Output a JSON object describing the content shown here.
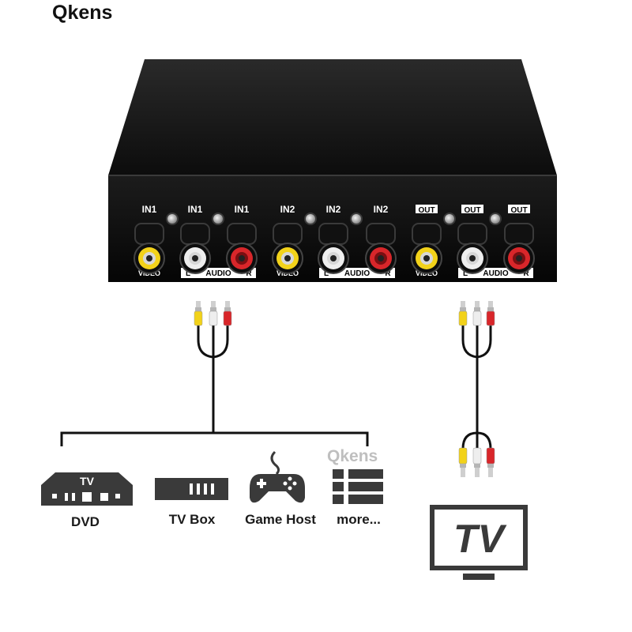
{
  "brand": "Qkens",
  "watermark": "Qkens",
  "panel": {
    "input_labels": [
      "IN1",
      "IN1",
      "IN1",
      "IN2",
      "IN2",
      "IN2"
    ],
    "output_labels": [
      "OUT",
      "OUT",
      "OUT"
    ],
    "group_labels": {
      "video": "VIDEO",
      "audio_left": "L",
      "audio_text": "AUDIO",
      "audio_right": "R"
    },
    "jack_colors": {
      "video": "#f2d21a",
      "left": "#eeeeee",
      "right": "#d8262a"
    }
  },
  "devices": [
    {
      "name": "DVD",
      "icon": "dvd-player-icon",
      "icon_text": "TV"
    },
    {
      "name": "TV Box",
      "icon": "tv-box-icon"
    },
    {
      "name": "Game Host",
      "icon": "gamepad-icon"
    },
    {
      "name": "more...",
      "icon": "list-icon"
    }
  ],
  "tv": {
    "label": "TV",
    "icon": "tv-icon"
  }
}
